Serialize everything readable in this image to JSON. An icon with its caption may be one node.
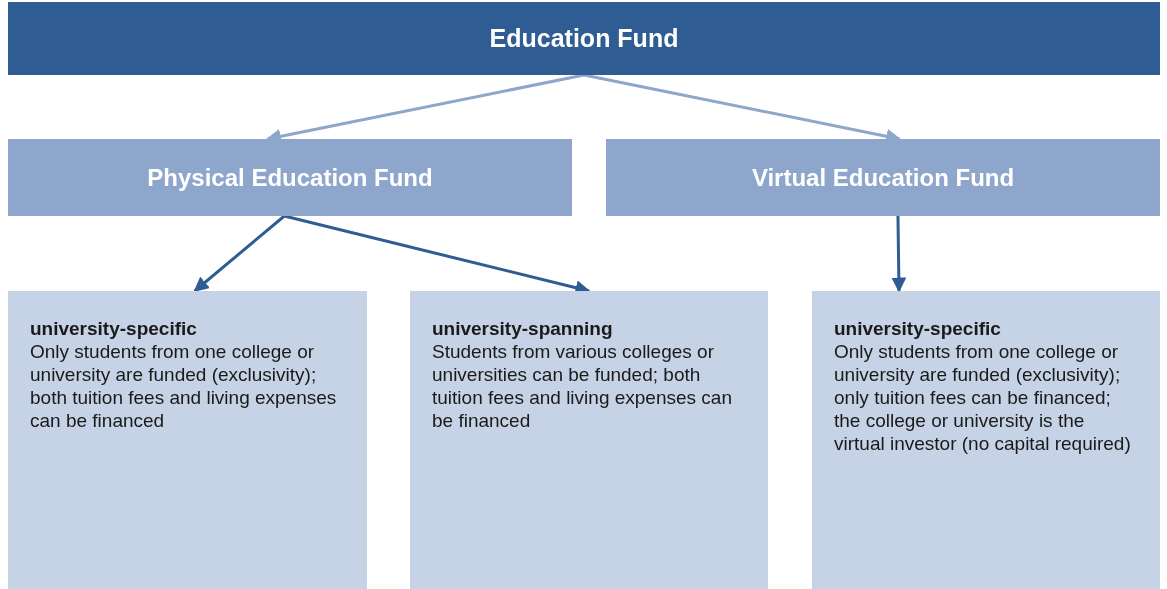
{
  "diagram": {
    "nodes": [
      {
        "text": [
          "Education Fund"
        ]
      },
      {
        "text": [
          "Physical Education Fund"
        ]
      },
      {
        "text": [
          "Virtual Education Fund"
        ]
      },
      {
        "text": [
          "university-specific",
          "Only students from one college or university are funded (exclusivity); both tuition fees and living expenses can be financed"
        ]
      },
      {
        "text": [
          "university-spanning",
          "Students from various colleges or universities can be funded; both tuition fees and living expenses can be financed"
        ]
      },
      {
        "text": [
          "university-specific",
          "Only students from one college or university are funded (exclusivity); only tuition fees can be financed; the college or university is the virtual investor (no capital required)"
        ]
      }
    ],
    "edges": [
      {
        "from": 0,
        "to": 1,
        "arrow": "to",
        "color": "#8ea6cb"
      },
      {
        "from": 0,
        "to": 2,
        "arrow": "to",
        "color": "#8ea6cb"
      },
      {
        "from": 1,
        "to": 3,
        "arrow": "to"
      },
      {
        "from": 1,
        "to": 4,
        "arrow": "to"
      },
      {
        "from": 2,
        "to": 5,
        "arrow": "to"
      }
    ]
  }
}
